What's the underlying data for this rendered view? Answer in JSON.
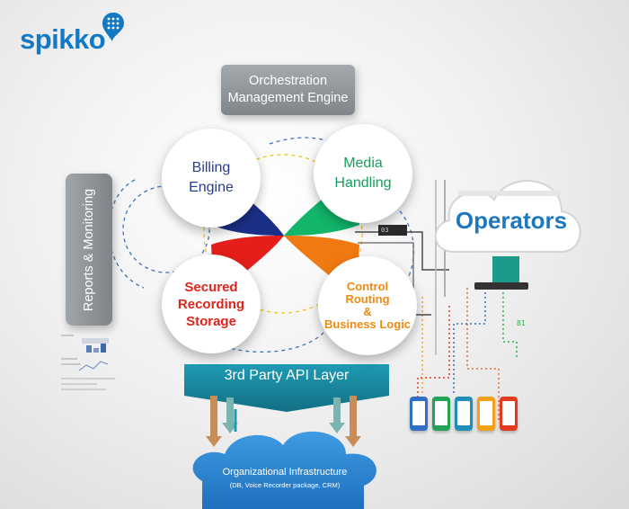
{
  "brand": {
    "name": "spikko",
    "color": "#1479c4"
  },
  "orchestration": {
    "line1": "Orchestration",
    "line2": "Management Engine"
  },
  "side_panel": {
    "label": "Reports & Monitoring"
  },
  "circles": {
    "billing": {
      "line1": "Billing",
      "line2": "Engine",
      "color": "#2a3e8c"
    },
    "media": {
      "line1": "Media",
      "line2": "Handling",
      "color": "#15a05a"
    },
    "secured": {
      "line1": "Secured",
      "line2": "Recording",
      "line3": "Storage",
      "color": "#e0241c"
    },
    "control": {
      "line1": "Control",
      "line2": "Routing",
      "line3": "&",
      "line4": "Business Logic",
      "color": "#ef8a10"
    }
  },
  "center_shape_colors": {
    "top_left": "#1b2f86",
    "top_right": "#12b56a",
    "bottom_left": "#e41f1a",
    "bottom_right": "#f07a12"
  },
  "api_layer": {
    "label": "3rd Party API Layer",
    "color": "#1b8fa6"
  },
  "infrastructure": {
    "title": "Organizational Infrastructure",
    "subtitle": "(DB, Voice Recorder package, CRM)",
    "color": "#2b86d3"
  },
  "operators": {
    "label": "Operators"
  },
  "circuit": {
    "tag": "03",
    "number": "81"
  },
  "devices": [
    {
      "icon": "smartphone-icon",
      "color": "#2f6fc7"
    },
    {
      "icon": "smartphone-icon",
      "color": "#22a35a"
    },
    {
      "icon": "smartphone-icon",
      "color": "#1e8fb8"
    },
    {
      "icon": "smartphone-icon",
      "color": "#f1a21a"
    },
    {
      "icon": "smartphone-icon",
      "color": "#e23a1c"
    }
  ]
}
